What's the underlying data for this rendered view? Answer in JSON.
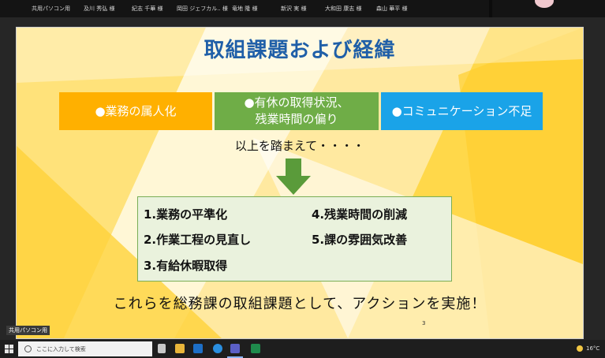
{
  "participants": [
    "共用パソコン用",
    "及川 秀弘 様",
    "紀志 千華 様",
    "岡田 ジェフカル.. 様",
    "竜地 隆 様",
    "新沢 実 様",
    "大和田 康志 様",
    "森山 華平 様"
  ],
  "slide": {
    "title": "取組課題および経緯",
    "issues": [
      "●業務の属人化",
      "●有休の取得状況、",
      "残業時間の偏り",
      "●コミュニケーション不足"
    ],
    "subtext": "以上を踏まえて・・・・",
    "actions": [
      "1.業務の平準化",
      "4.残業時間の削減",
      "2.作業工程の見直し",
      "5.課の雰囲気改善",
      "3.有給休暇取得"
    ],
    "conclusion": "これらを総務課の取組課題として、アクションを実施！",
    "page_number": "3"
  },
  "presenter_label": "共用パソコン用",
  "taskbar": {
    "search_placeholder": "ここに入力して検索",
    "weather": "16°C"
  },
  "colors": {
    "title": "#1f5fa8",
    "orange": "#ffb000",
    "green": "#6fad47",
    "blue": "#1aa3e8",
    "arrow": "#5a9b3a"
  }
}
